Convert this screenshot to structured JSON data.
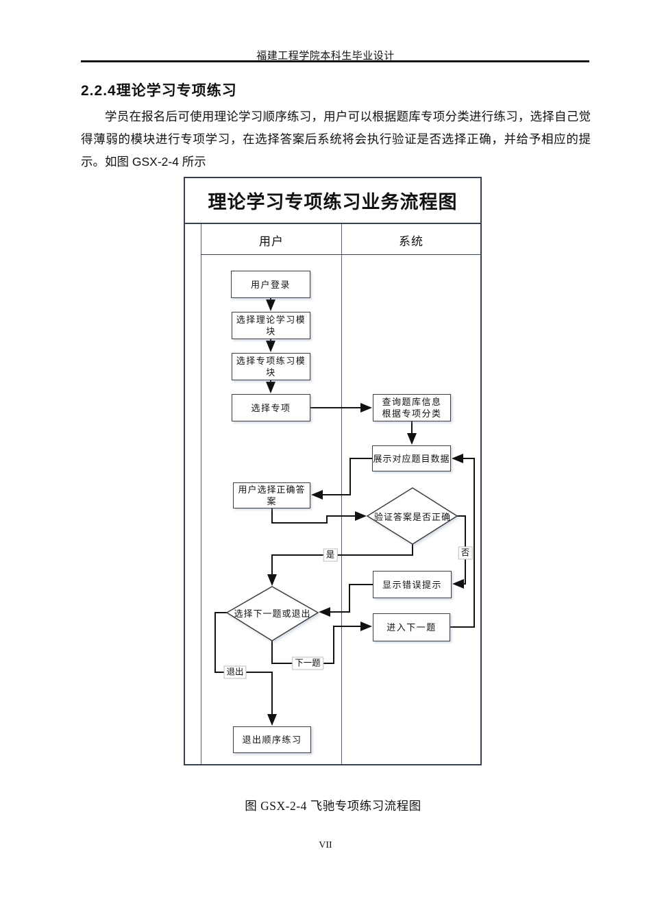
{
  "page": {
    "header": "福建工程学院本科生毕业设计",
    "heading": "2.2.4理论学习专项练习",
    "paragraph": "学员在报名后可使用理论学习顺序练习，用户可以根据题库专项分类进行练习，选择自己觉得薄弱的模块进行专项学习，在选择答案后系统将会执行验证是否选择正确，并给予相应的提示。如图 GSX-2-4 所示",
    "caption": "图 GSX-2-4 飞驰专项练习流程图",
    "page_number": "VII"
  },
  "flowchart": {
    "title": "理论学习专项练习业务流程图",
    "lanes": {
      "user": "用户",
      "system": "系统"
    },
    "nodes": {
      "login": "用户登录",
      "select_theory_module": "选择理论学习模块",
      "select_practice_module": "选择专项练习模块",
      "select_topic": "选择专项",
      "query_bank": "查询题库信息\n根据专项分类",
      "show_questions": "展示对应题目数据",
      "choose_answer": "用户选择正确答案",
      "verify_answer": "验证答案是否正确",
      "show_error": "显示错误提示",
      "next_question": "进入下一题",
      "choose_next_or_exit": "选择下一题或退出",
      "exit_practice": "退出顺序练习"
    },
    "edge_labels": {
      "yes": "是",
      "no": "否",
      "next": "下一题",
      "exit": "退出"
    }
  },
  "colors": {
    "connector": "#111111",
    "lane_line": "#55617a",
    "frame": "#39404d",
    "box_border": "#3d3d3d"
  }
}
